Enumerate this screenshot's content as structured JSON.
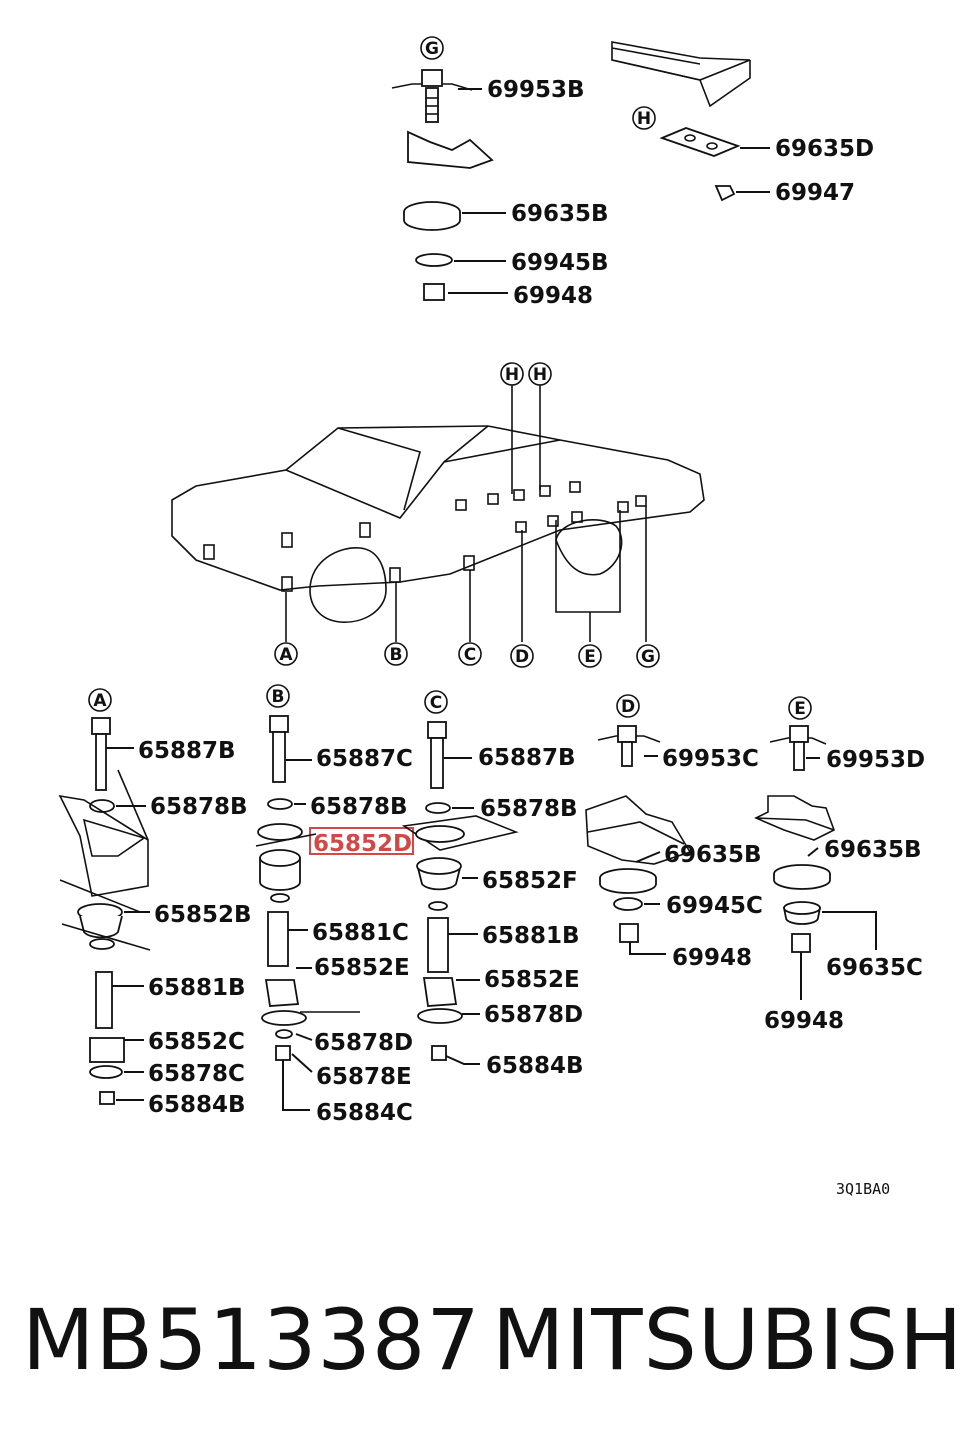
{
  "diagram": {
    "drawing_code": "3Q1BA0",
    "refs": [
      "A",
      "B",
      "C",
      "D",
      "E",
      "G",
      "H"
    ],
    "callouts": {
      "g_bolt": "69953B",
      "h_plate": "69635D",
      "h_screw": "69947",
      "g_pad": "69635B",
      "g_washer": "69945B",
      "g_nut": "69948",
      "a_bolt": "65887B",
      "a_washer": "65878B",
      "a_cushion_upper": "65852B",
      "a_collar": "65881B",
      "a_cushion_lower": "65852C",
      "a_washer_lower": "65878C",
      "a_nut": "65884B",
      "b_bolt": "65887C",
      "b_washer": "65878B",
      "b_cushion": "65852D",
      "b_collar": "65881C",
      "b_cushion_lower": "65852E",
      "b_washer_lower": "65878D",
      "b_washer_small": "65878E",
      "b_nut": "65884C",
      "c_bolt": "65887B",
      "c_washer": "65878B",
      "c_cushion": "65852F",
      "c_collar": "65881B",
      "c_cushion_lower": "65852E",
      "c_washer_lower": "65878D",
      "c_nut": "65884B",
      "d_bolt": "69953C",
      "d_pad": "69635B",
      "d_washer": "69945C",
      "d_nut": "69948",
      "e_bolt": "69953D",
      "e_pad": "69635B",
      "e_spacer": "69635C",
      "e_nut": "69948"
    },
    "highlight_color": "#d04848"
  },
  "footer": {
    "part_number": "MB513387",
    "brand": "MITSUBISHI"
  }
}
